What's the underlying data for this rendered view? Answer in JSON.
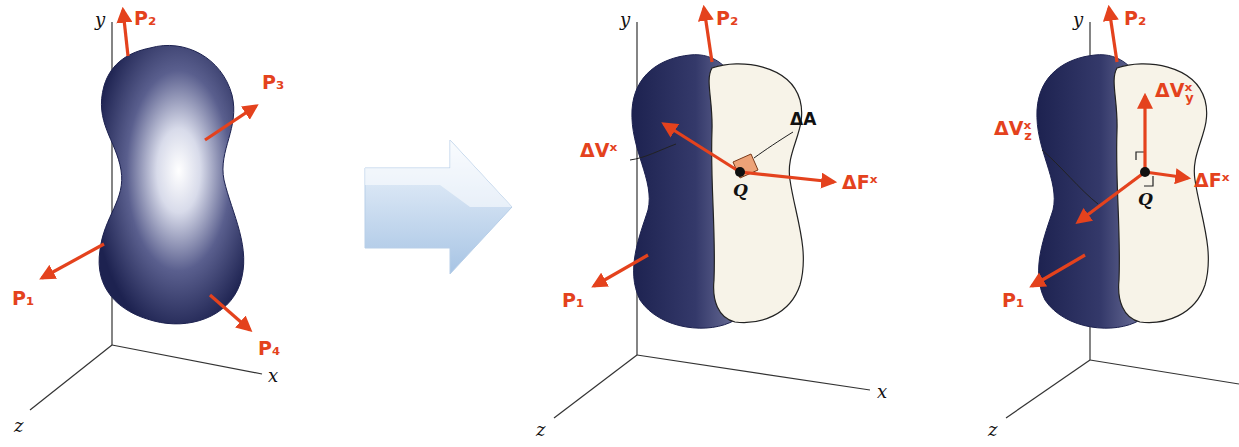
{
  "diagram": {
    "labels": [
      "y",
      "P₂",
      "P₃",
      "P₁",
      "P₄",
      "x",
      "z",
      "y",
      "P₂",
      "ΔA",
      "ΔVˣ",
      "Q",
      "ΔFˣ",
      "P₁",
      "x",
      "z",
      "y",
      "P₂",
      "ΔVˣ",
      "y",
      "ΔVˣ",
      "z",
      "Q",
      "ΔFˣ",
      "P₁",
      "z"
    ]
  }
}
